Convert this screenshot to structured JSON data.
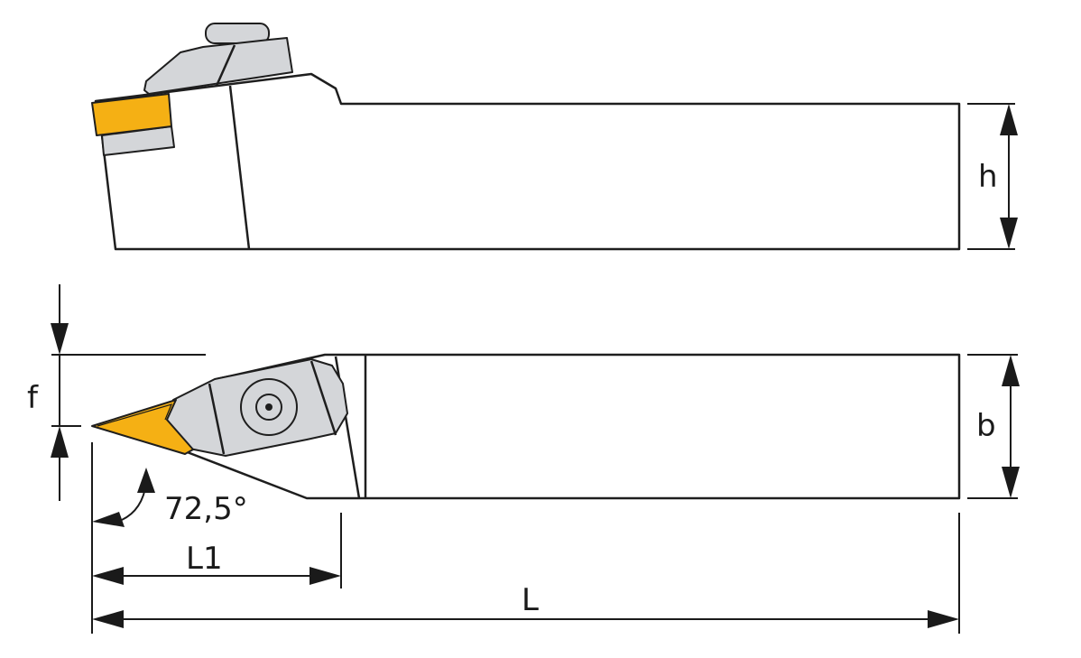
{
  "diagram": {
    "title": "Turning tool holder dimensional drawing",
    "labels": {
      "height": "h",
      "width": "b",
      "offset": "f",
      "angle": "72,5°",
      "head_length": "L1",
      "total_length": "L"
    },
    "colors": {
      "insert": "#f5b014",
      "clamp": "#d4d6d9",
      "line": "#1e1e1e"
    }
  }
}
